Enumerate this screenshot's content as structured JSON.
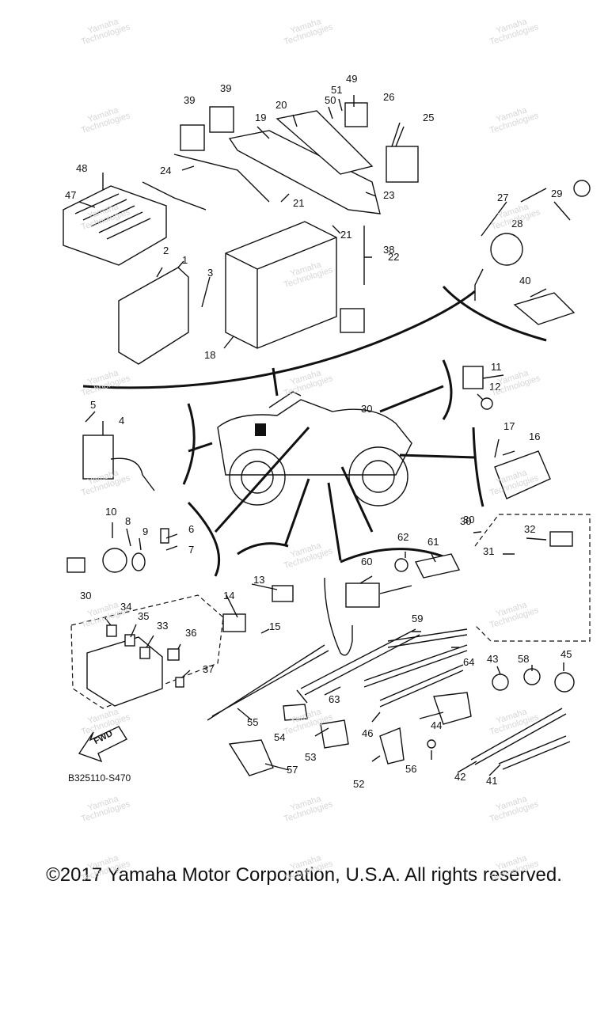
{
  "diagram": {
    "part_numbers": [
      "1",
      "2",
      "3",
      "4",
      "5",
      "6",
      "7",
      "8",
      "9",
      "10",
      "11",
      "12",
      "13",
      "14",
      "15",
      "16",
      "17",
      "18",
      "19",
      "20",
      "21",
      "21",
      "22",
      "23",
      "24",
      "25",
      "26",
      "27",
      "28",
      "29",
      "30",
      "30",
      "30",
      "30",
      "31",
      "32",
      "33",
      "34",
      "35",
      "36",
      "37",
      "38",
      "39",
      "39",
      "40",
      "41",
      "42",
      "43",
      "44",
      "45",
      "46",
      "47",
      "48",
      "49",
      "50",
      "51",
      "52",
      "53",
      "54",
      "55",
      "56",
      "57",
      "58",
      "59",
      "60",
      "61",
      "62",
      "63",
      "64"
    ],
    "diagram_code": "B325110-S470",
    "fwd_label": "FWD",
    "watermark": "Yamaha Technologies",
    "copyright": "©2017 Yamaha Motor Corporation, U.S.A. All rights reserved."
  }
}
